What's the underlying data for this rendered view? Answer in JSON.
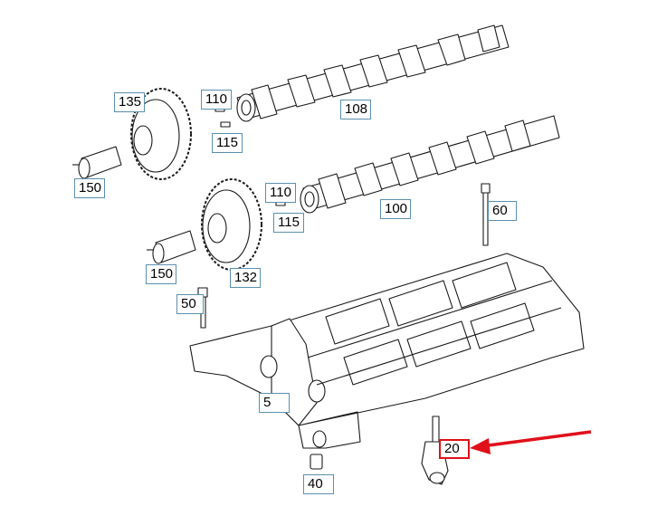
{
  "diagram": {
    "part_numbers": [
      {
        "id": "c135",
        "label": "135"
      },
      {
        "id": "c110a",
        "label": "110"
      },
      {
        "id": "c115a",
        "label": "115"
      },
      {
        "id": "c108",
        "label": "108"
      },
      {
        "id": "c150a",
        "label": "150"
      },
      {
        "id": "c110b",
        "label": "110"
      },
      {
        "id": "c115b",
        "label": "115"
      },
      {
        "id": "c100",
        "label": "100"
      },
      {
        "id": "c60",
        "label": "60"
      },
      {
        "id": "c150b",
        "label": "150"
      },
      {
        "id": "c132",
        "label": "132"
      },
      {
        "id": "c50",
        "label": "50"
      },
      {
        "id": "c5",
        "label": "5"
      },
      {
        "id": "c20",
        "label": "20"
      },
      {
        "id": "c40",
        "label": "40"
      }
    ],
    "highlighted_part": "20",
    "colors": {
      "line": "#1a1a1a",
      "callout_border": "#5b8fb0",
      "highlight": "#e0101a"
    }
  }
}
